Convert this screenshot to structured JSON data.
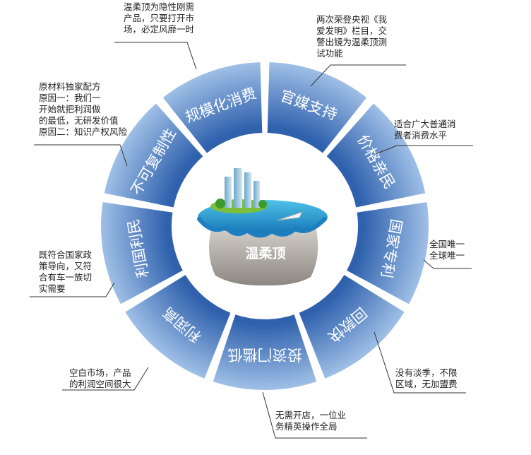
{
  "center": {
    "label": "温柔顶"
  },
  "segments": [
    {
      "label": "官媒支持"
    },
    {
      "label": "价格亲民"
    },
    {
      "label": "国家专利"
    },
    {
      "label": "回款快"
    },
    {
      "label": "投资门槛低"
    },
    {
      "label": "利润高"
    },
    {
      "label": "利国利民"
    },
    {
      "label": "不可复制性"
    },
    {
      "label": "规模化消费"
    }
  ],
  "notes": [
    {
      "lines": [
        "两次荣登央视《我",
        "爱发明》栏目，交",
        "警出镜为温柔顶测",
        "试功能"
      ]
    },
    {
      "lines": [
        "适合广大普通消",
        "费者消费水平"
      ]
    },
    {
      "lines": [
        "全国唯一",
        "全球唯一"
      ]
    },
    {
      "lines": [
        "没有淡季，不限",
        "区域，无加盟费"
      ]
    },
    {
      "lines": [
        "无需开店，一位业",
        "务精英操作全局"
      ]
    },
    {
      "lines": [
        "空白市场，产品",
        "的利润空间很大"
      ]
    },
    {
      "lines": [
        "既符合国家政",
        "策导向，又符",
        "合有车一族切",
        "实需要"
      ]
    },
    {
      "lines": [
        "原材料独家配方",
        "原因一：我们一",
        "开始就把利润做",
        "的最低，无研发价值",
        "原因二：知识产权风险"
      ]
    },
    {
      "lines": [
        "温柔顶为隐性刚需",
        "产品，只要打开市",
        "场，必定风靡一时"
      ]
    }
  ],
  "colors": {
    "ring_inner": "#2f61ad",
    "ring_outer": "#9fbfe6",
    "leader": "#333333",
    "text": "#222222"
  }
}
